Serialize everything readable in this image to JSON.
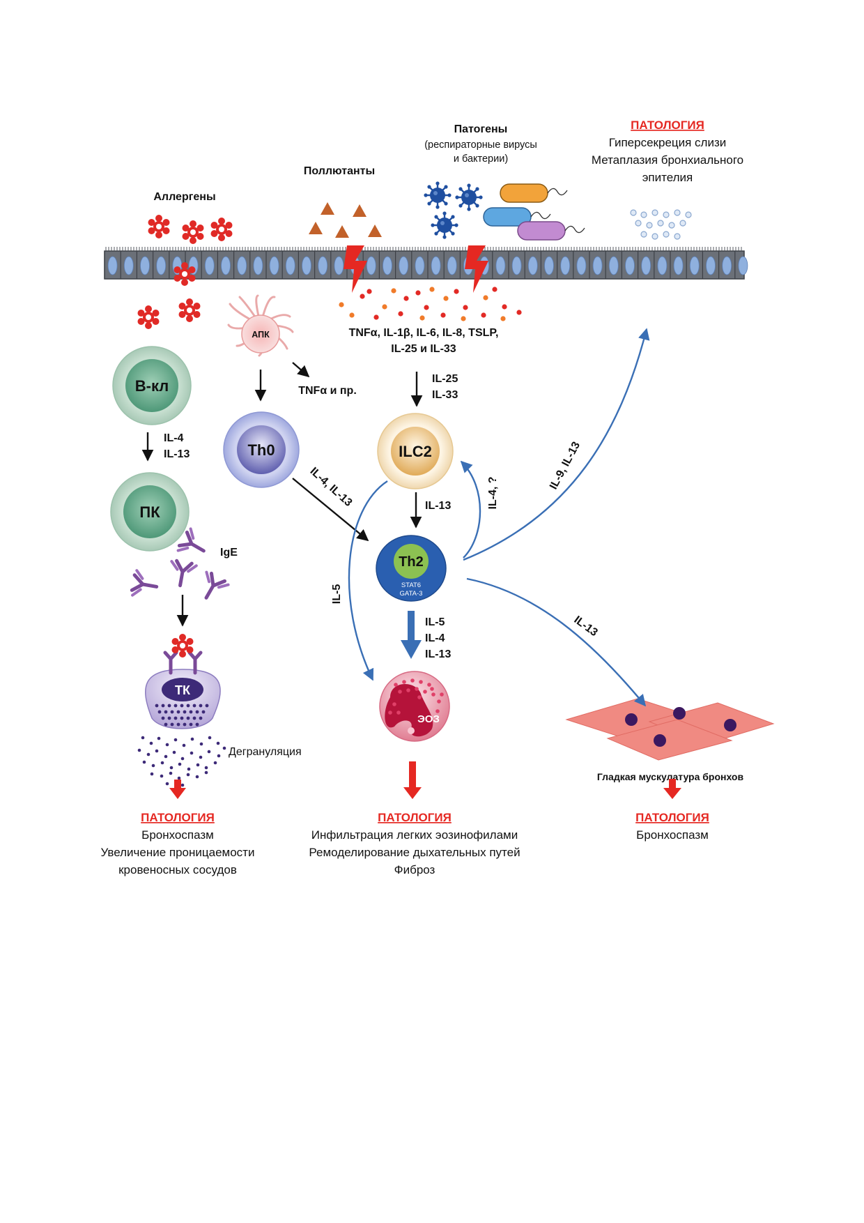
{
  "labels": {
    "allergens": "Аллергены",
    "pollutants": "Поллютанты",
    "pathogens_title": "Патогены",
    "pathogens_sub1": "(респираторные вирусы",
    "pathogens_sub2": "и бактерии)",
    "epithelial_cytokines_1": "TNFα, IL-1β, IL-6, IL-8, TSLP,",
    "epithelial_cytokines_2": "IL-25 и IL-33",
    "apc": "АПК",
    "apc_output": "TNFα и пр.",
    "il25": "IL-25",
    "il33": "IL-33",
    "b_cell": "В-кл",
    "plasma_cell": "ПК",
    "th0": "Th0",
    "ilc2": "ILC2",
    "th2": "Th2",
    "stat6": "STAT6",
    "gata3": "GATA-3",
    "mast_cell": "ТК",
    "eosinophil": "ЭОЗ",
    "ige": "IgE",
    "degranulation": "Дегрануляция",
    "smooth_muscle": "Гладкая мускулатура бронхов",
    "bcell_il4": "IL-4",
    "bcell_il13": "IL-13",
    "th0_arrow": "IL-4, IL-13",
    "ilc2_th2": "IL-13",
    "th2_ilc2": "IL-4, ?",
    "ilc2_eos": "IL-5",
    "th2_eos_1": "IL-5",
    "th2_eos_2": "IL-4",
    "th2_eos_3": "IL-13",
    "th2_epith": "IL-9, IL-13",
    "th2_muscle": "IL-13"
  },
  "pathology": {
    "top": {
      "title": "ПАТОЛОГИЯ",
      "lines": [
        "Гиперсекреция слизи",
        "Метаплазия бронхиального",
        "эпителия"
      ]
    },
    "left": {
      "title": "ПАТОЛОГИЯ",
      "lines": [
        "Бронхоспазм",
        "Увеличение проницаемости",
        "кровеносных сосудов"
      ]
    },
    "center": {
      "title": "ПАТОЛОГИЯ",
      "lines": [
        "Инфильтрация легких эозинофилами",
        "Ремоделирование дыхательных путей",
        "Фиброз"
      ]
    },
    "right": {
      "title": "ПАТОЛОГИЯ",
      "lines": [
        "Бронхоспазм"
      ]
    }
  },
  "colors": {
    "pathology_red": "#e52822",
    "arrow_blue": "#3a6fb5",
    "allergen_red": "#e02a26",
    "pollutant_brown": "#c2612a",
    "virus_blue": "#1f4fa0",
    "epithelium_gray": "#6b7078",
    "nucleus_blue": "#8fb0de",
    "bcell_green": "#4f9a7c",
    "th0_purple": "#6f6fb8",
    "ilc2_gold": "#e2b36a",
    "th2_blue": "#2a5fb0",
    "th2_green": "#8cc152",
    "mast_purple": "#3d2a78",
    "eos_pink": "#c8173f",
    "muscle_pink": "#f08a82",
    "muscle_nucleus": "#3b1860"
  },
  "icons": [
    "allergen-icon",
    "pollutant-icon",
    "virus-icon",
    "bacteria-icon",
    "lightning-icon",
    "antibody-icon",
    "mucus-icon"
  ]
}
